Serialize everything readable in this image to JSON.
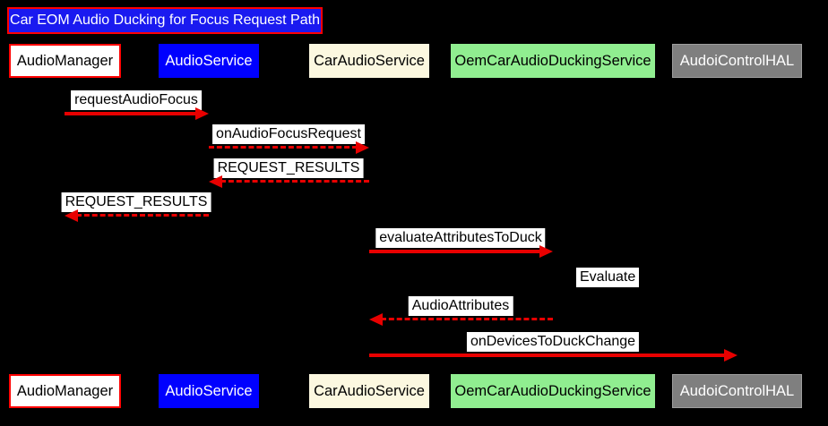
{
  "title": "Car EOM Audio Ducking for Focus Request Path",
  "diagram_type": "sequence-diagram",
  "colors": {
    "background": "#000000",
    "title_fill": "#1A1AF0",
    "title_border": "#FF0000",
    "arrow_red": "#E80000",
    "audio_manager_fill": "#FFFFFF",
    "audio_manager_border": "#FF0000",
    "audio_service_fill": "#0000FF",
    "car_audio_service_fill": "#FCF8E0",
    "oem_car_audio_ducking_service_fill": "#90EE90",
    "audoi_control_hal_fill": "#7F7F7F",
    "label_bg": "#FFFFFF",
    "label_text": "#000000"
  },
  "participants": [
    {
      "label": "AudioManager"
    },
    {
      "label": "AudioService"
    },
    {
      "label": "CarAudioService"
    },
    {
      "label": "OemCarAudioDuckingService"
    },
    {
      "label": "AudoiControlHAL"
    }
  ],
  "messages": [
    {
      "label": "requestAudioFocus",
      "from": "AudioManager",
      "to": "AudioService",
      "line": "solid",
      "direction": "right"
    },
    {
      "label": "onAudioFocusRequest",
      "from": "AudioService",
      "to": "CarAudioService",
      "line": "dashed",
      "direction": "right"
    },
    {
      "label": "REQUEST_RESULTS",
      "from": "CarAudioService",
      "to": "AudioService",
      "line": "dashed",
      "direction": "left"
    },
    {
      "label": "REQUEST_RESULTS",
      "from": "AudioService",
      "to": "AudioManager",
      "line": "dashed",
      "direction": "left"
    },
    {
      "label": "evaluateAttributesToDuck",
      "from": "CarAudioService",
      "to": "OemCarAudioDuckingService",
      "line": "solid",
      "direction": "right"
    },
    {
      "label": "Evaluate",
      "from": "OemCarAudioDuckingService",
      "to": "OemCarAudioDuckingService",
      "line": "self",
      "direction": "self"
    },
    {
      "label": "AudioAttributes",
      "from": "OemCarAudioDuckingService",
      "to": "CarAudioService",
      "line": "dashed",
      "direction": "left"
    },
    {
      "label": "onDevicesToDuckChange",
      "from": "CarAudioService",
      "to": "AudoiControlHAL",
      "line": "solid",
      "direction": "right"
    }
  ]
}
